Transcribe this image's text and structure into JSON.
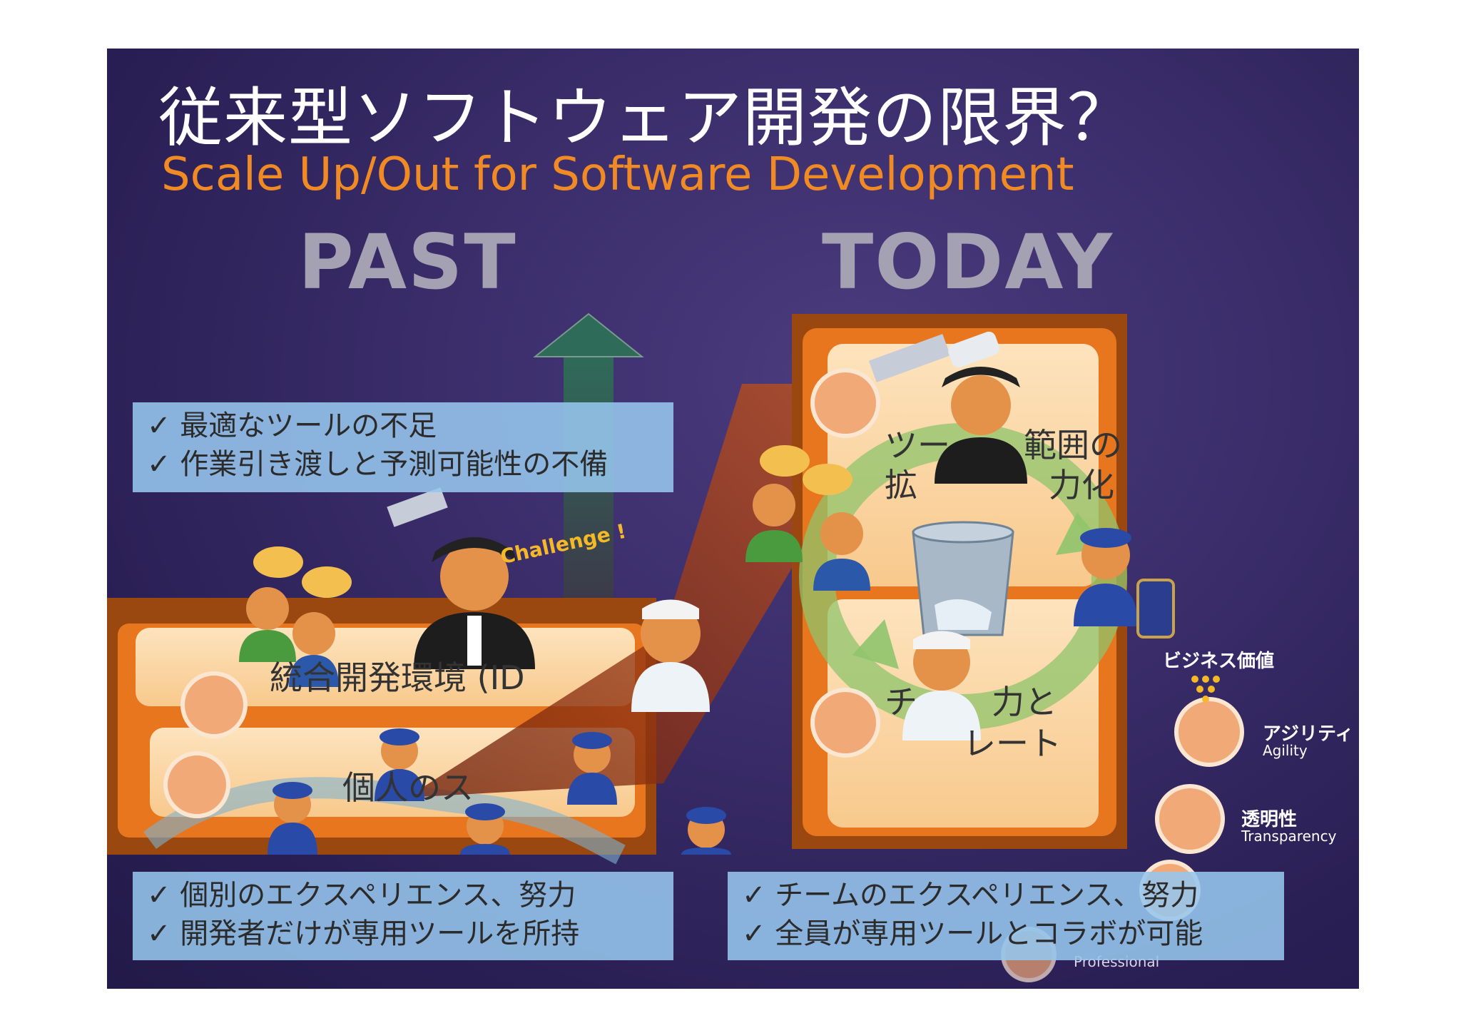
{
  "slide": {
    "title": "従来型ソフトウェア開発の限界？",
    "subtitle": "Scale Up/Out for Software Development",
    "past_label": "PAST",
    "today_label": "TODAY"
  },
  "past": {
    "top_bullets": [
      "✓ 最適なツールの不足",
      "✓ 作業引き渡しと予測可能性の不備"
    ],
    "bottom_bullets": [
      "✓ 個別のエクスペリエンス、努力",
      "✓ 開発者だけが専用ツールを所持"
    ],
    "row_label_1": "統合開発環境 (ID",
    "row_label_2": "個人のス",
    "challenge": "Challenge !"
  },
  "today": {
    "bottom_bullets": [
      "✓ チームのエクスペリエンス、努力",
      "✓ 全員が専用ツールとコラボが可能"
    ],
    "row_label_1a": "ツー",
    "row_label_1b": "範囲の",
    "row_label_2a": "拡",
    "row_label_2b": "力化",
    "row_label_3a": "チ",
    "row_label_3b": "力と",
    "row_label_4": "レート"
  },
  "side_panel": {
    "header": "ビジネス価値",
    "agility_jp": "アジリティ",
    "agility_en": "Agility",
    "transparency_jp": "透明性",
    "transparency_en": "Transparency",
    "professional_en": "Professional"
  },
  "colors": {
    "background": "#2f2460",
    "title": "#ffffff",
    "subtitle": "#f08a24",
    "big_label": "#a4a1b2",
    "bullet_box": "#96c6ee",
    "frame_orange": "#e7761f",
    "frame_dark": "#9a4710",
    "panel_cream": "#fbd7a8",
    "arrow_green": "#2f6b59"
  }
}
